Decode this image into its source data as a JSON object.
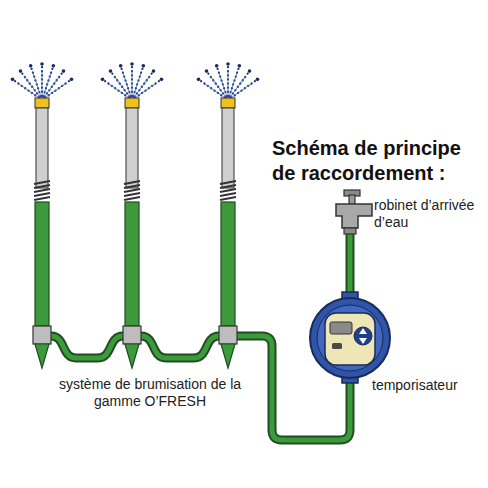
{
  "diagram": {
    "title": "Schéma de principe de raccordement :",
    "labels": [
      "robinet d’arrivée d’eau",
      "temporisateur",
      "système de brumisation de la gamme O’FRESH"
    ]
  }
}
